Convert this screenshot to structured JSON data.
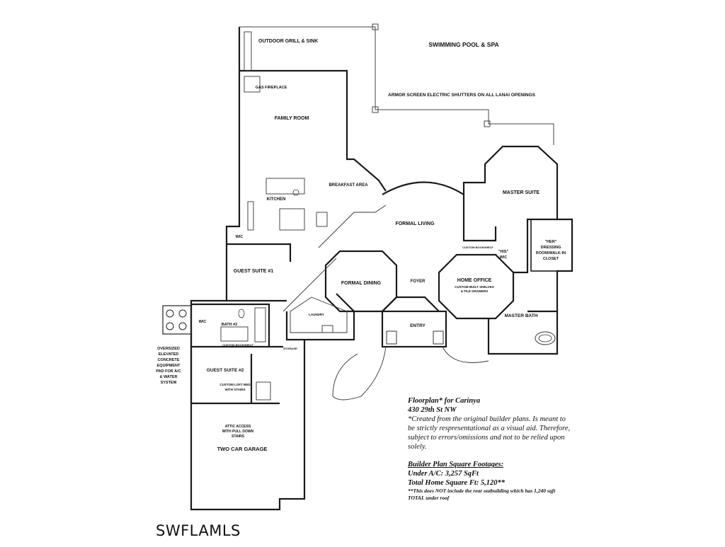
{
  "labels": {
    "outdoor_grill": "OUTDOOR GRILL & SINK",
    "pool": "SWIMMING POOL & SPA",
    "gas_fireplace": "GAS FIREPLACE",
    "armor_screen": "ARMOR SCREEN ELECTRIC SHUTTERS ON ALL LANAI OPENINGS",
    "family_room": "FAMILY ROOM",
    "breakfast_area": "BREAKFAST AREA",
    "kitchen": "KITCHEN",
    "master_suite": "MASTER SUITE",
    "formal_living": "FORMAL LIVING",
    "wic": "WIC",
    "guest_suite_1": "GUEST SUITE #1",
    "her_line1": "\"HER\"",
    "her_line2": "DRESSING",
    "her_line3": "ROOM/WALK-IN",
    "her_line4": "CLOSET",
    "his_line1": "\"HIS\"",
    "his_line2": "WIC",
    "formal_dining": "FORMAL DINING",
    "foyer": "FOYER",
    "home_office": "HOME OFFICE",
    "office_note1": "CUSTOM BUILT SHELVES",
    "office_note2": "& FILE DRAWERS",
    "custom_bookshelf": "CUSTOM BOOKSHELF",
    "master_bath": "MASTER BATH",
    "wic_2": "WIC",
    "bath_2": "BATH #2",
    "entry": "ENTRY",
    "custom_bookshelf_2": "CUSTOM BOOKSHELF",
    "laundry": "LAUNDRY",
    "storage": "STORAGE",
    "pad_line1": "OVERSIZED",
    "pad_line2": "ELEVATED",
    "pad_line3": "CONCRETE",
    "pad_line4": "EQUIPMENT",
    "pad_line5": "PAD FOR A/C",
    "pad_line6": "& WATER",
    "pad_line7": "SYSTEM",
    "guest_suite_2": "GUEST SUITE #2",
    "loft_line1": "CUSTOM LOFT BED",
    "loft_line2": "WITH STAIRS",
    "attic_line1": "ATTIC ACCESS",
    "attic_line2": "WITH PULL DOWN",
    "attic_line3": "STAIRS",
    "garage": "TWO CAR GARAGE"
  },
  "info": {
    "title": "Floorplan* for Carinya",
    "address": "430 29th St NW",
    "disclaimer": "*Created from the original builder plans. Is meant to be strictly respresentational as a visual aid. Therefore, subject to errors/omissions and not to be relied upon solely.",
    "sqft_heading": "Builder Plan Square Footages:",
    "under_ac": "Under A/C: 3,257 SqFt",
    "total": "Total Home Square Ft: 5,120**",
    "footnote": "**This does NOT include the rear outbuilding which has 1,240 sqft TOTAL under roof"
  },
  "watermark": "SWFLAMLS"
}
